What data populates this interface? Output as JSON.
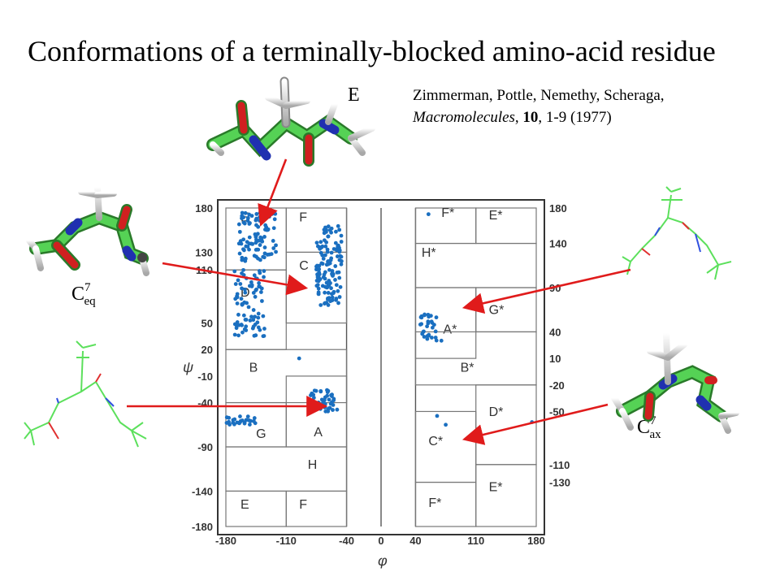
{
  "title": "Conformations of a terminally-blocked amino-acid residue",
  "labels": {
    "e_conformer": "E",
    "c7eq_main": "C",
    "c7eq_sup": "7",
    "c7eq_sub": "eq",
    "c7ax_main": "C",
    "c7ax_sup": "7",
    "c7ax_sub": "ax"
  },
  "reference": {
    "authors": "Zimmerman, Pottle, Nemethy, Scheraga,",
    "journal": "Macromolecules",
    "volume": "10",
    "pages": ", 1-9 (1977)"
  },
  "chart_data": {
    "type": "scatter",
    "title": "",
    "xlabel": "φ",
    "ylabel": "ψ",
    "xlim": [
      -180,
      180
    ],
    "ylim": [
      -180,
      180
    ],
    "x_ticks": [
      "-180",
      "-110",
      "-40",
      "0",
      "40",
      "110",
      "180"
    ],
    "y_ticks_left": [
      "180",
      "130",
      "110",
      "50",
      "20",
      "-10",
      "-40",
      "-90",
      "-140",
      "-180"
    ],
    "y_ticks_right": [
      "180",
      "140",
      "90",
      "40",
      "10",
      "-20",
      "-50",
      "-110",
      "-130"
    ],
    "regions": [
      {
        "label": "E",
        "phi": [
          -180,
          -110
        ],
        "psi": [
          110,
          180
        ]
      },
      {
        "label": "F",
        "phi": [
          -110,
          -40
        ],
        "psi": [
          130,
          180
        ]
      },
      {
        "label": "C",
        "phi": [
          -110,
          -40
        ],
        "psi": [
          50,
          130
        ]
      },
      {
        "label": "D",
        "phi": [
          -180,
          -110
        ],
        "psi": [
          20,
          110
        ]
      },
      {
        "label": "B",
        "phi": [
          -180,
          -40
        ],
        "psi": [
          -40,
          20
        ]
      },
      {
        "label": "G",
        "phi": [
          -180,
          -110
        ],
        "psi": [
          -90,
          -40
        ]
      },
      {
        "label": "A",
        "phi": [
          -110,
          -40
        ],
        "psi": [
          -90,
          -10
        ]
      },
      {
        "label": "H",
        "phi": [
          -180,
          -40
        ],
        "psi": [
          -140,
          -90
        ]
      },
      {
        "label": "E",
        "phi": [
          -180,
          -110
        ],
        "psi": [
          -180,
          -140
        ]
      },
      {
        "label": "F",
        "phi": [
          -110,
          -40
        ],
        "psi": [
          -180,
          -140
        ]
      },
      {
        "label": "F*",
        "phi": [
          40,
          110
        ],
        "psi": [
          140,
          180
        ]
      },
      {
        "label": "E*",
        "phi": [
          110,
          180
        ],
        "psi": [
          140,
          180
        ]
      },
      {
        "label": "H*",
        "phi": [
          40,
          180
        ],
        "psi": [
          90,
          140
        ]
      },
      {
        "label": "A*",
        "phi": [
          40,
          110
        ],
        "psi": [
          10,
          90
        ]
      },
      {
        "label": "G*",
        "phi": [
          110,
          180
        ],
        "psi": [
          40,
          90
        ]
      },
      {
        "label": "B*",
        "phi": [
          40,
          180
        ],
        "psi": [
          -20,
          40
        ]
      },
      {
        "label": "C*",
        "phi": [
          40,
          110
        ],
        "psi": [
          -130,
          -50
        ]
      },
      {
        "label": "D*",
        "phi": [
          110,
          180
        ],
        "psi": [
          -110,
          -20
        ]
      },
      {
        "label": "E*",
        "phi": [
          110,
          180
        ],
        "psi": [
          -180,
          -110
        ]
      },
      {
        "label": "F*",
        "phi": [
          40,
          110
        ],
        "psi": [
          -180,
          -130
        ]
      }
    ],
    "clusters": [
      {
        "name": "E",
        "phi_range": [
          -165,
          -120
        ],
        "psi_range": [
          120,
          175
        ],
        "count": 90
      },
      {
        "name": "C",
        "phi_range": [
          -75,
          -45
        ],
        "psi_range": [
          70,
          160
        ],
        "count": 130
      },
      {
        "name": "D",
        "phi_range": [
          -170,
          -135
        ],
        "psi_range": [
          35,
          110
        ],
        "count": 80
      },
      {
        "name": "A",
        "phi_range": [
          -85,
          -50
        ],
        "psi_range": [
          -50,
          -25
        ],
        "count": 45
      },
      {
        "name": "G",
        "phi_range": [
          -180,
          -145
        ],
        "psi_range": [
          -65,
          -55
        ],
        "count": 25
      },
      {
        "name": "A*",
        "phi_range": [
          45,
          65
        ],
        "psi_range": [
          30,
          60
        ],
        "count": 30
      }
    ],
    "isolated_points": [
      {
        "phi": 55,
        "psi": 173
      },
      {
        "phi": 70,
        "psi": 30
      },
      {
        "phi": -95,
        "psi": 10
      },
      {
        "phi": 65,
        "psi": -55
      },
      {
        "phi": 75,
        "psi": -65
      },
      {
        "phi": 175,
        "psi": -62
      }
    ]
  },
  "colors": {
    "points": "#1a6fc0",
    "arrows": "#e01b1b",
    "molecule_carbon": "#4fd04f",
    "molecule_nitrogen": "#3050e0",
    "molecule_oxygen": "#d02020",
    "molecule_hydrogen": "#e8e8e8"
  }
}
